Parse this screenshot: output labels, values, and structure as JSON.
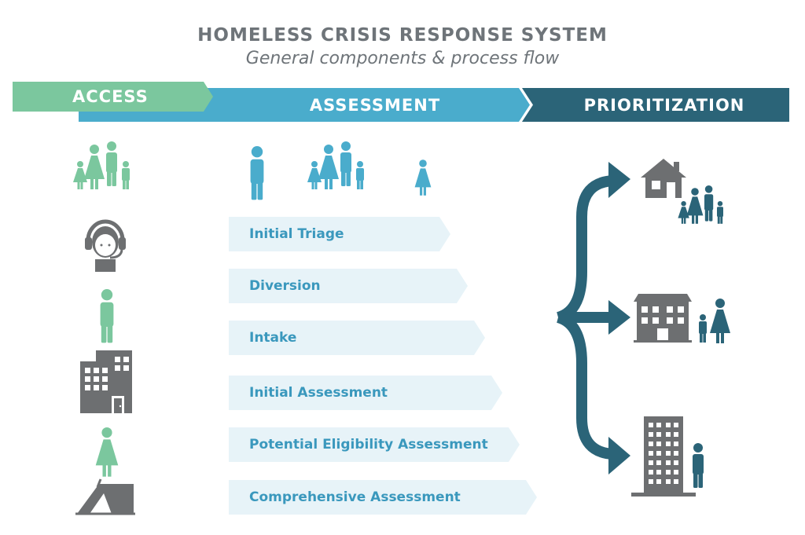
{
  "header": {
    "title": "HOMELESS CRISIS RESPONSE SYSTEM",
    "subtitle": "General components & process flow"
  },
  "stages": {
    "access": "ACCESS",
    "assessment": "ASSESSMENT",
    "prioritization": "PRIORITIZATION"
  },
  "steps": [
    {
      "label": "Initial Triage"
    },
    {
      "label": "Diversion"
    },
    {
      "label": "Intake"
    },
    {
      "label": "Initial Assessment"
    },
    {
      "label": "Potential Eligibility Assessment"
    },
    {
      "label": "Comprehensive Assessment"
    }
  ],
  "access_icons": [
    "family-icon",
    "call-center-agent-icon",
    "single-man-icon",
    "building-icon",
    "single-woman-icon",
    "tent-icon"
  ],
  "assessment_icons": [
    "single-man-icon",
    "family-icon",
    "single-woman-icon"
  ],
  "prioritization_icons": [
    {
      "housing": "house-icon",
      "household": "family-icon"
    },
    {
      "housing": "apartment-building-icon",
      "household": "parent-child-icon"
    },
    {
      "housing": "high-rise-icon",
      "household": "single-man-icon"
    }
  ],
  "colors": {
    "title": "#6e7479",
    "access": "#7bc79e",
    "assessment": "#4aaccc",
    "prioritization": "#2b6478",
    "step_fill": "#e7f3f8",
    "step_text": "#3a98bd",
    "building_gray": "#6d6f71"
  }
}
